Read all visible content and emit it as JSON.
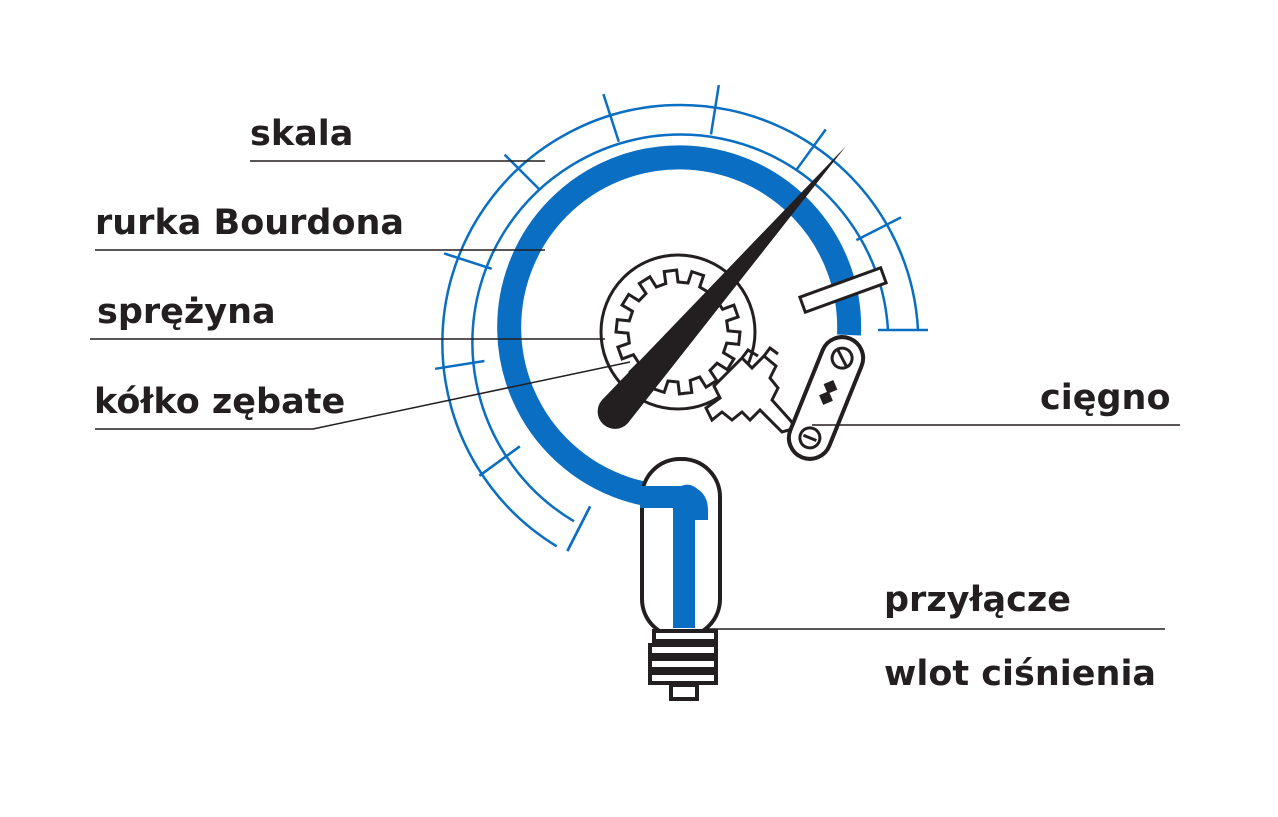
{
  "labels": {
    "scale": "skala",
    "bourdon_tube": "rurka Bourdona",
    "spring": "sprężyna",
    "gear": "kółko zębate",
    "link": "cięgno",
    "connector": "przyłącze",
    "pressure_inlet": "wlot ciśnienia"
  },
  "colors": {
    "blue": "#0a6ec2",
    "ink": "#231f20",
    "background": "#ffffff"
  }
}
